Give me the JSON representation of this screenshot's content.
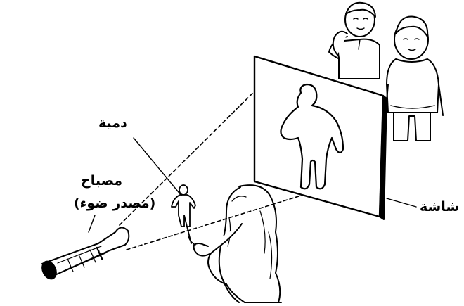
{
  "labels": {
    "doll": "دمية",
    "lamp_name": "مصباح",
    "lamp_note": "(مصدر ضوء)",
    "screen": "شاشة"
  },
  "colors": {
    "ink": "#000000",
    "background": "#ffffff",
    "screen_face": "#ffffff"
  }
}
